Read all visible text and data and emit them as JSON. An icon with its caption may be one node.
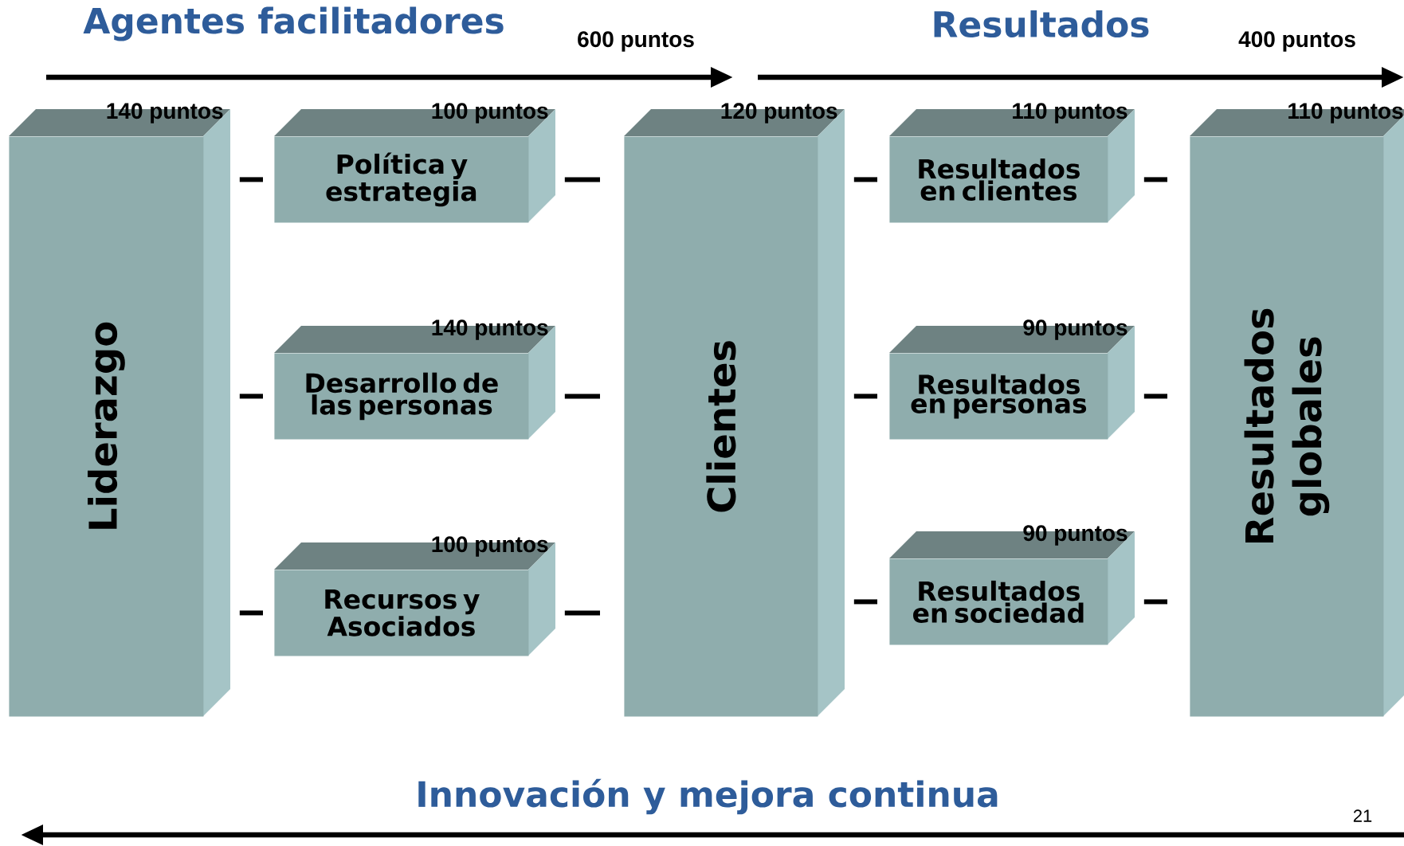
{
  "diagram": {
    "title": "Innovación y mejora continua",
    "nodes": [
      {
        "text": [
          "Liderazgo"
        ],
        "beside": [
          "140 puntos"
        ]
      },
      {
        "text": [
          "Política y estrategia"
        ],
        "beside": [
          "100 puntos"
        ]
      },
      {
        "text": [
          "Desarrollo de las personas"
        ],
        "beside": [
          "140 puntos"
        ]
      },
      {
        "text": [
          "Recursos y Asociados"
        ],
        "beside": [
          "100 puntos"
        ]
      },
      {
        "text": [
          "Clientes"
        ],
        "beside": [
          "120 puntos"
        ]
      },
      {
        "text": [
          "Resultados en clientes"
        ],
        "beside": [
          "110 puntos"
        ]
      },
      {
        "text": [
          "Resultados en personas"
        ],
        "beside": [
          "90 puntos"
        ]
      },
      {
        "text": [
          "Resultados en sociedad"
        ],
        "beside": [
          "90 puntos"
        ]
      },
      {
        "text": [
          "Resultados globales"
        ],
        "beside": [
          "110 puntos"
        ]
      }
    ],
    "edges": [
      {
        "from": 0,
        "to": 1,
        "arrow": "none"
      },
      {
        "from": 0,
        "to": 2,
        "arrow": "none"
      },
      {
        "from": 0,
        "to": 3,
        "arrow": "none"
      },
      {
        "from": 1,
        "to": 4,
        "arrow": "none"
      },
      {
        "from": 2,
        "to": 4,
        "arrow": "none"
      },
      {
        "from": 3,
        "to": 4,
        "arrow": "none"
      },
      {
        "from": 4,
        "to": 5,
        "arrow": "none"
      },
      {
        "from": 4,
        "to": 6,
        "arrow": "none"
      },
      {
        "from": 4,
        "to": 7,
        "arrow": "none"
      },
      {
        "from": 5,
        "to": 8,
        "arrow": "none"
      },
      {
        "from": 6,
        "to": 8,
        "arrow": "none"
      },
      {
        "from": 7,
        "to": 8,
        "arrow": "none"
      }
    ],
    "labels": [
      "Agentes facilitadores",
      "600 puntos",
      "Resultados",
      "400 puntos",
      "21"
    ]
  }
}
